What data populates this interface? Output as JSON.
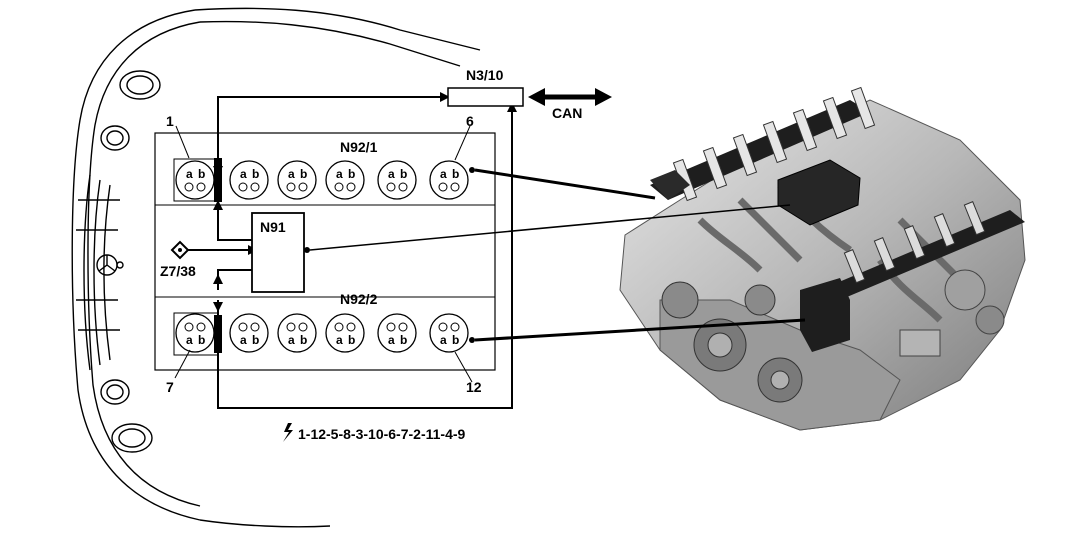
{
  "labels": {
    "module_top": "N3/10",
    "can": "CAN",
    "bank_top": "N92/1",
    "bank_bottom": "N92/2",
    "controller": "N91",
    "sensor": "Z7/38",
    "cyl_first_top": "1",
    "cyl_last_top": "6",
    "cyl_first_bottom": "7",
    "cyl_last_bottom": "12",
    "coil_a": "a",
    "coil_b": "b",
    "firing_order": "1-12-5-8-3-10-6-7-2-11-4-9"
  },
  "colors": {
    "line": "#000000",
    "panel": "#ffffff",
    "engine_dark": "#1e1e1e",
    "engine_mid": "#8a8a8a",
    "engine_light": "#d2d2d2"
  },
  "icons": {
    "sensor": "diamond-sensor-icon",
    "firing": "lightning-icon",
    "can_arrow": "double-arrow-icon"
  }
}
